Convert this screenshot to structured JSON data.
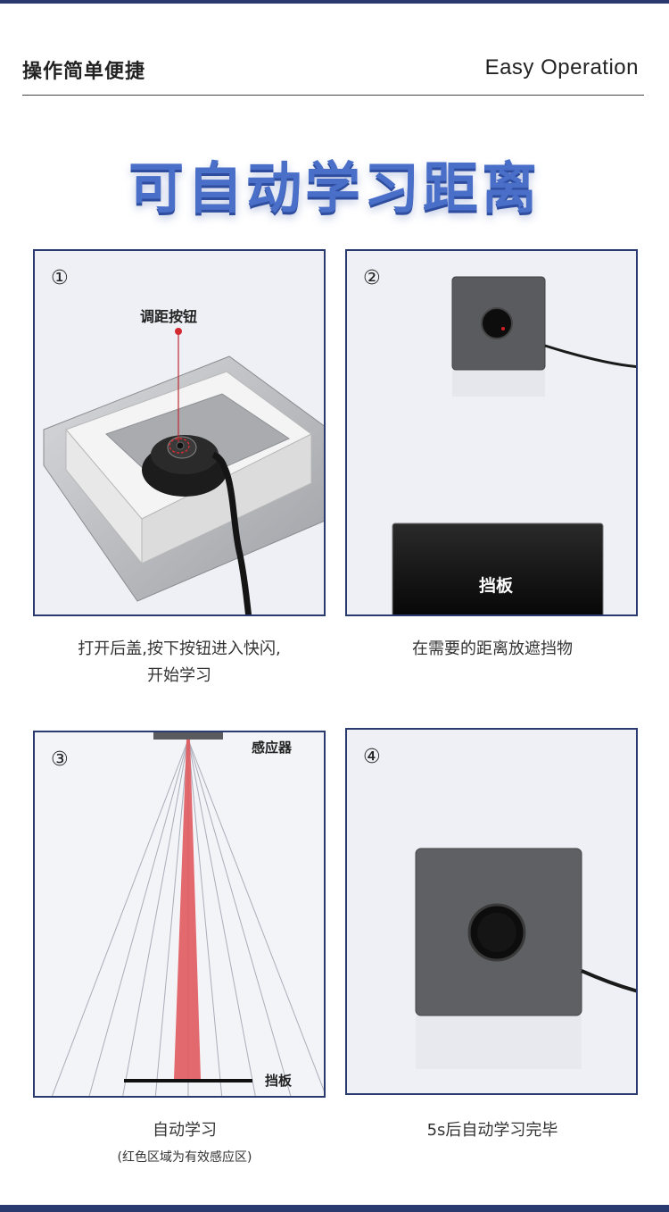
{
  "header": {
    "title_cn": "操作简单便捷",
    "title_en": "Easy Operation"
  },
  "main_title": "可自动学习距离",
  "steps": [
    {
      "number": "①",
      "label": "调距按钮",
      "caption_line1": "打开后盖,按下按钮进入快闪,",
      "caption_line2": "开始学习"
    },
    {
      "number": "②",
      "label": "挡板",
      "caption_line1": "在需要的距离放遮挡物"
    },
    {
      "number": "③",
      "label_sensor": "感应器",
      "label_board": "挡板",
      "caption_line1": "自动学习",
      "caption_line2": "(红色区域为有效感应区)"
    },
    {
      "number": "④",
      "caption_line1": "5s后自动学习完毕"
    }
  ],
  "colors": {
    "brand_navy": "#2b3a6e",
    "title_blue": "#4a6fc9",
    "sensor_red": "#e05a5e"
  }
}
